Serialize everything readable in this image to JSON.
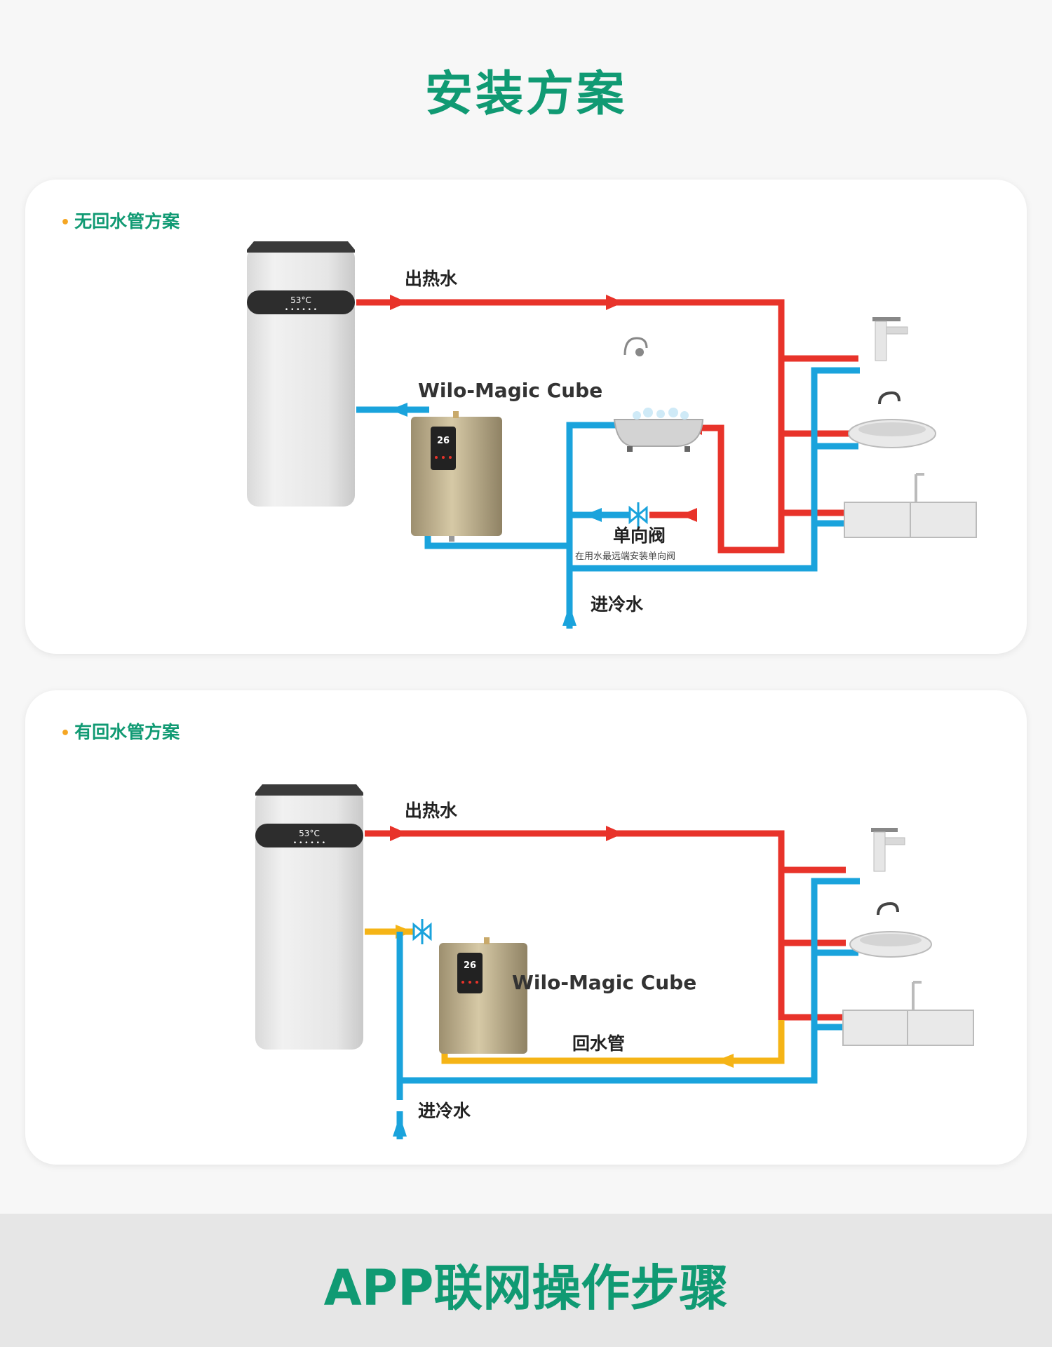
{
  "page": {
    "title": "安装方案"
  },
  "scheme1": {
    "label": "无回水管方案",
    "hot_out": "出热水",
    "device": "Wilo-Magic Cube",
    "valve": "单向阀",
    "valve_note": "在用水最远端安装单向阀",
    "cold_in": "进冷水",
    "tank_temp": "53°C"
  },
  "scheme2": {
    "label": "有回水管方案",
    "hot_out": "出热水",
    "device": "Wilo-Magic Cube",
    "return_pipe": "回水管",
    "cold_in": "进冷水",
    "tank_temp": "53°C"
  },
  "device_display": "26",
  "footer": {
    "title": "APP联网操作步骤"
  },
  "colors": {
    "accent": "#109a73",
    "hot_pipe": "#e8332a",
    "cold_pipe": "#1aa3dc",
    "return_pipe": "#f5b416",
    "bullet": "#f5a623"
  }
}
